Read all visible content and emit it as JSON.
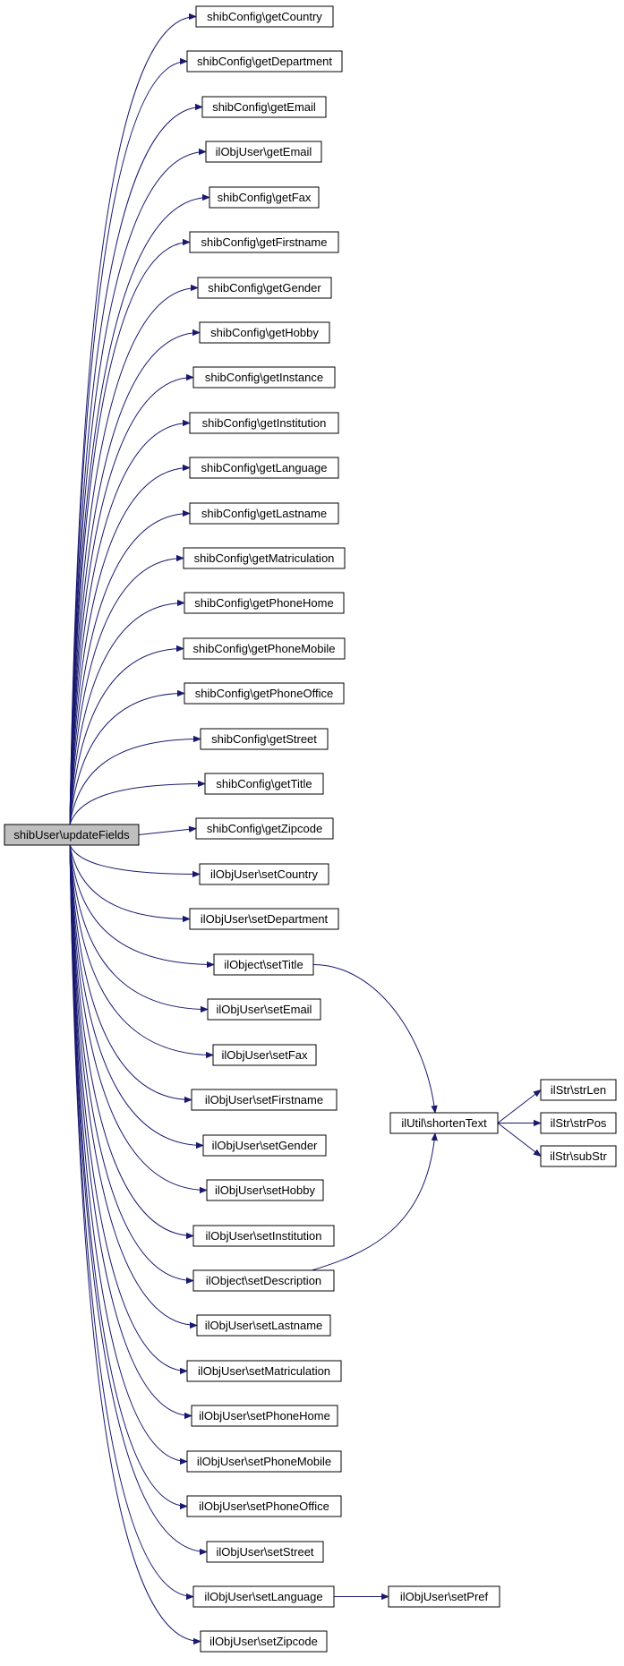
{
  "root": {
    "label": "shibUser\\updateFields"
  },
  "nodes": [
    {
      "id": "n0",
      "label": "shibConfig\\getCountry"
    },
    {
      "id": "n1",
      "label": "shibConfig\\getDepartment"
    },
    {
      "id": "n2",
      "label": "shibConfig\\getEmail"
    },
    {
      "id": "n3",
      "label": "ilObjUser\\getEmail"
    },
    {
      "id": "n4",
      "label": "shibConfig\\getFax"
    },
    {
      "id": "n5",
      "label": "shibConfig\\getFirstname"
    },
    {
      "id": "n6",
      "label": "shibConfig\\getGender"
    },
    {
      "id": "n7",
      "label": "shibConfig\\getHobby"
    },
    {
      "id": "n8",
      "label": "shibConfig\\getInstance"
    },
    {
      "id": "n9",
      "label": "shibConfig\\getInstitution"
    },
    {
      "id": "n10",
      "label": "shibConfig\\getLanguage"
    },
    {
      "id": "n11",
      "label": "shibConfig\\getLastname"
    },
    {
      "id": "n12",
      "label": "shibConfig\\getMatriculation"
    },
    {
      "id": "n13",
      "label": "shibConfig\\getPhoneHome"
    },
    {
      "id": "n14",
      "label": "shibConfig\\getPhoneMobile"
    },
    {
      "id": "n15",
      "label": "shibConfig\\getPhoneOffice"
    },
    {
      "id": "n16",
      "label": "shibConfig\\getStreet"
    },
    {
      "id": "n17",
      "label": "shibConfig\\getTitle"
    },
    {
      "id": "n18",
      "label": "shibConfig\\getZipcode"
    },
    {
      "id": "n19",
      "label": "ilObjUser\\setCountry"
    },
    {
      "id": "n20",
      "label": "ilObjUser\\setDepartment"
    },
    {
      "id": "n21",
      "label": "ilObject\\setTitle"
    },
    {
      "id": "n22",
      "label": "ilObjUser\\setEmail"
    },
    {
      "id": "n23",
      "label": "ilObjUser\\setFax"
    },
    {
      "id": "n24",
      "label": "ilObjUser\\setFirstname"
    },
    {
      "id": "n25",
      "label": "ilObjUser\\setGender"
    },
    {
      "id": "n26",
      "label": "ilObjUser\\setHobby"
    },
    {
      "id": "n27",
      "label": "ilObjUser\\setInstitution"
    },
    {
      "id": "n28",
      "label": "ilObject\\setDescription"
    },
    {
      "id": "n29",
      "label": "ilObjUser\\setLastname"
    },
    {
      "id": "n30",
      "label": "ilObjUser\\setMatriculation"
    },
    {
      "id": "n31",
      "label": "ilObjUser\\setPhoneHome"
    },
    {
      "id": "n32",
      "label": "ilObjUser\\setPhoneMobile"
    },
    {
      "id": "n33",
      "label": "ilObjUser\\setPhoneOffice"
    },
    {
      "id": "n34",
      "label": "ilObjUser\\setStreet"
    },
    {
      "id": "n35",
      "label": "ilObjUser\\setLanguage"
    },
    {
      "id": "n36",
      "label": "ilObjUser\\setZipcode"
    },
    {
      "id": "n37",
      "label": "ilUtil\\shortenText"
    },
    {
      "id": "n38",
      "label": "ilStr\\strLen"
    },
    {
      "id": "n39",
      "label": "ilStr\\strPos"
    },
    {
      "id": "n40",
      "label": "ilStr\\subStr"
    },
    {
      "id": "n41",
      "label": "ilObjUser\\setPref"
    }
  ],
  "edges": [
    [
      "root",
      "n0"
    ],
    [
      "root",
      "n1"
    ],
    [
      "root",
      "n2"
    ],
    [
      "root",
      "n3"
    ],
    [
      "root",
      "n4"
    ],
    [
      "root",
      "n5"
    ],
    [
      "root",
      "n6"
    ],
    [
      "root",
      "n7"
    ],
    [
      "root",
      "n8"
    ],
    [
      "root",
      "n9"
    ],
    [
      "root",
      "n10"
    ],
    [
      "root",
      "n11"
    ],
    [
      "root",
      "n12"
    ],
    [
      "root",
      "n13"
    ],
    [
      "root",
      "n14"
    ],
    [
      "root",
      "n15"
    ],
    [
      "root",
      "n16"
    ],
    [
      "root",
      "n17"
    ],
    [
      "root",
      "n18"
    ],
    [
      "root",
      "n19"
    ],
    [
      "root",
      "n20"
    ],
    [
      "root",
      "n21"
    ],
    [
      "root",
      "n22"
    ],
    [
      "root",
      "n23"
    ],
    [
      "root",
      "n24"
    ],
    [
      "root",
      "n25"
    ],
    [
      "root",
      "n26"
    ],
    [
      "root",
      "n27"
    ],
    [
      "root",
      "n28"
    ],
    [
      "root",
      "n29"
    ],
    [
      "root",
      "n30"
    ],
    [
      "root",
      "n31"
    ],
    [
      "root",
      "n32"
    ],
    [
      "root",
      "n33"
    ],
    [
      "root",
      "n34"
    ],
    [
      "root",
      "n35"
    ],
    [
      "root",
      "n36"
    ],
    [
      "n21",
      "n37"
    ],
    [
      "n28",
      "n37"
    ],
    [
      "n37",
      "n38"
    ],
    [
      "n37",
      "n39"
    ],
    [
      "n37",
      "n40"
    ],
    [
      "n35",
      "n41"
    ]
  ],
  "colors": {
    "edge": "#191970",
    "root_fill": "#bfbfbf",
    "node_fill": "#ffffff",
    "border": "#000000"
  }
}
